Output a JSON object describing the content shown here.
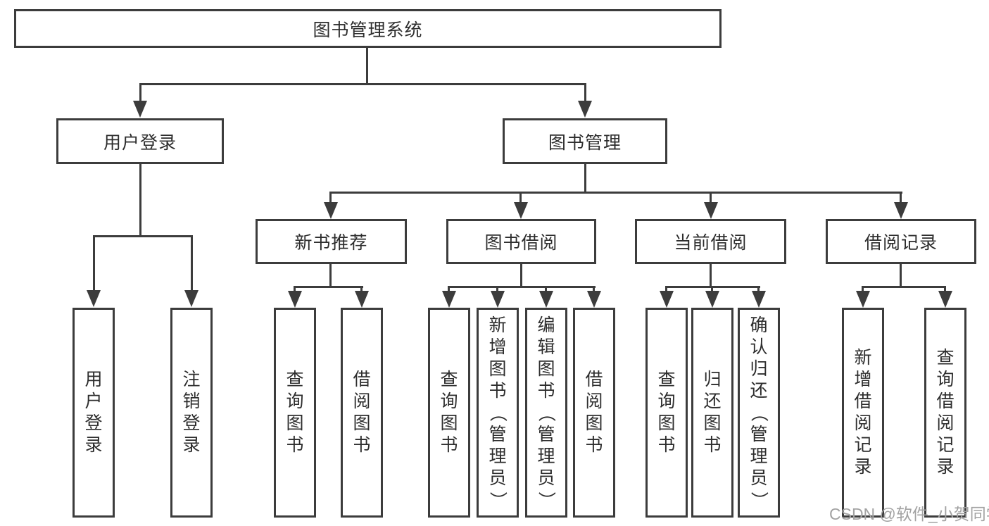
{
  "tree": {
    "root": {
      "label": "图书管理系统"
    },
    "branches": [
      {
        "label": "用户登录",
        "children": [
          {
            "label": "用户登录"
          },
          {
            "label": "注销登录"
          }
        ]
      },
      {
        "label": "图书管理",
        "children": [
          {
            "label": "新书推荐",
            "children": [
              {
                "label": "查询图书"
              },
              {
                "label": "借阅图书"
              }
            ]
          },
          {
            "label": "图书借阅",
            "children": [
              {
                "label": "查询图书"
              },
              {
                "label": "新增图书（管理员）"
              },
              {
                "label": "编辑图书（管理员）"
              },
              {
                "label": "借阅图书"
              }
            ]
          },
          {
            "label": "当前借阅",
            "children": [
              {
                "label": "查询图书"
              },
              {
                "label": "归还图书"
              },
              {
                "label": "确认归还（管理员）"
              }
            ]
          },
          {
            "label": "借阅记录",
            "children": [
              {
                "label": "新增借阅记录"
              },
              {
                "label": "查询借阅记录"
              }
            ]
          }
        ]
      }
    ]
  },
  "watermark": {
    "text": "CSDN @软件_小贺同学"
  },
  "colors": {
    "line": "#3c3c3c",
    "border": "#3c3c3c",
    "text": "#2d2d2d",
    "watermark": "#a2a2a2",
    "background": "#ffffff"
  }
}
